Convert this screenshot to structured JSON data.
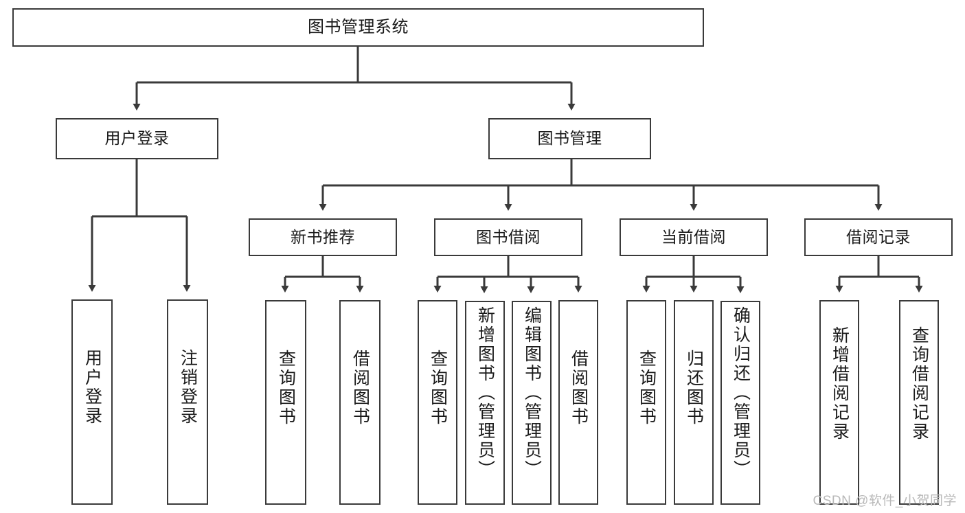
{
  "diagram": {
    "title": "图书管理系统",
    "type": "tree-hierarchy",
    "levels": {
      "root": {
        "label": "图书管理系统"
      },
      "level2": [
        {
          "label": "用户登录"
        },
        {
          "label": "图书管理"
        }
      ],
      "level3": [
        {
          "label": "新书推荐"
        },
        {
          "label": "图书借阅"
        },
        {
          "label": "当前借阅"
        },
        {
          "label": "借阅记录"
        }
      ],
      "leaves": {
        "user_login": [
          {
            "label": "用户登录"
          },
          {
            "label": "注销登录"
          }
        ],
        "new_book_recommend": [
          {
            "label": "查询图书"
          },
          {
            "label": "借阅图书"
          }
        ],
        "book_borrow": [
          {
            "label": "查询图书"
          },
          {
            "label": "新增图书（管理员）"
          },
          {
            "label": "编辑图书（管理员）"
          },
          {
            "label": "借阅图书"
          }
        ],
        "current_borrow": [
          {
            "label": "查询图书"
          },
          {
            "label": "归还图书"
          },
          {
            "label": "确认归还（管理员）"
          }
        ],
        "borrow_record": [
          {
            "label": "新增借阅记录"
          },
          {
            "label": "查询借阅记录"
          }
        ]
      }
    }
  },
  "watermark": {
    "text": "CSDN @软件_小贺同学"
  },
  "colors": {
    "stroke": "#3a3a3a",
    "background": "#ffffff",
    "text": "#1a1a1a",
    "watermark": "#b9b9b9"
  }
}
